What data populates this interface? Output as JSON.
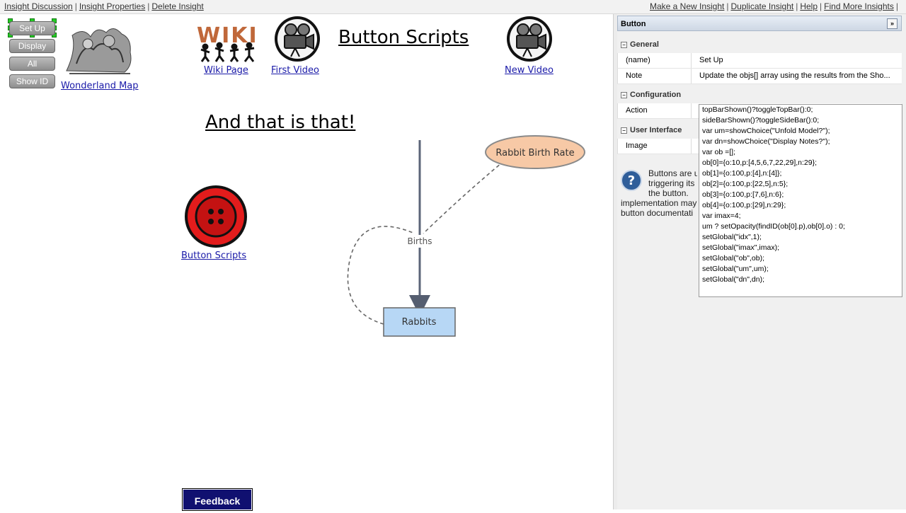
{
  "topbar": {
    "left_links": [
      "Insight Discussion",
      "Insight Properties",
      "Delete Insight"
    ],
    "right_links": [
      "Make a New Insight",
      "Duplicate Insight",
      "Help",
      "Find More Insights"
    ]
  },
  "canvas": {
    "side_buttons": [
      "Set Up",
      "Display",
      "All",
      "Show ID"
    ],
    "wonderland_link": "Wonderland Map",
    "wiki_logo_text": "WIKI",
    "wiki_link": "Wiki Page",
    "first_video_link": "First Video",
    "page_title": "Button Scripts",
    "new_video_link": "New Video",
    "subtitle": "And that is that!",
    "button_scripts_link": "Button Scripts",
    "diagram": {
      "variable": "Rabbit Birth Rate",
      "flow": "Births",
      "stock": "Rabbits"
    },
    "feedback": "Feedback"
  },
  "panel": {
    "header": "Button",
    "collapse_glyph": "»",
    "sections": {
      "general": "General",
      "configuration": "Configuration",
      "user_interface": "User Interface"
    },
    "rows": {
      "name_key": "(name)",
      "name_value": "Set Up",
      "note_key": "Note",
      "note_value": "Update the objs[] array using the results from the Sho...",
      "action_key": "Action",
      "image_key": "Image"
    },
    "action_lines": [
      "topBarShown()?toggleTopBar():0;",
      "sideBarShown()?toggleSideBar():0;",
      "var um=showChoice(\"Unfold Model?\");",
      "var dn=showChoice(\"Display Notes?\");",
      "var ob =[];",
      "ob[0]={o:10,p:[4,5,6,7,22,29],n:29};",
      "ob[1]={o:100,p:[4],n:[4]};",
      "ob[2]={o:100,p:[22,5],n:5};",
      "ob[3]={o:100,p:[7,6],n:6};",
      "ob[4]={o:100,p:[29],n:29};",
      "var imax=4;",
      "um ? setOpacity(findID(ob[0].p),ob[0].o) : 0;",
      "setGlobal(\"idx\",1);",
      "setGlobal(\"imax\",imax);",
      "setGlobal(\"ob\",ob);",
      "setGlobal(\"um\",um);",
      "setGlobal(\"dn\",dn);"
    ],
    "help_lines": [
      "Buttons are u",
      "triggering its",
      "the button.",
      "implementation may",
      "button documentati"
    ],
    "help_icon": "?"
  }
}
